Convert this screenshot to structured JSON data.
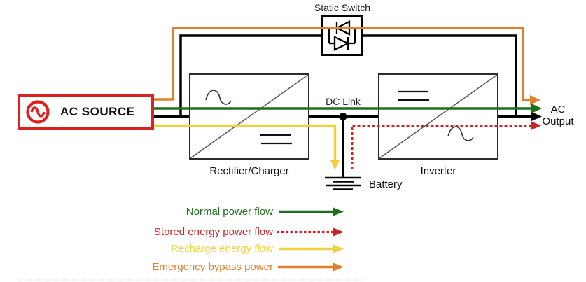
{
  "colors": {
    "normal": "#1e701e",
    "stored": "#cc2424",
    "recharge": "#f2d141",
    "bypass": "#e07f28",
    "wire": "#000000",
    "source_accent": "#dd2020"
  },
  "diagram": {
    "ac_source": "AC SOURCE",
    "static_switch": "Static Switch",
    "rectifier": "Rectifier/Charger",
    "inverter": "Inverter",
    "dc_link": "DC Link",
    "battery": "Battery",
    "ac_output_line1": "AC",
    "ac_output_line2": "Output"
  },
  "legend": {
    "items": [
      {
        "label": "Normal power flow",
        "style": "solid",
        "color": "#1e701e"
      },
      {
        "label": "Stored energy power flow",
        "style": "dashed",
        "color": "#cc2424"
      },
      {
        "label": "Recharge energy flow",
        "style": "solid",
        "color": "#f2d141"
      },
      {
        "label": "Emergency bypass power",
        "style": "solid",
        "color": "#e07f28"
      }
    ]
  }
}
